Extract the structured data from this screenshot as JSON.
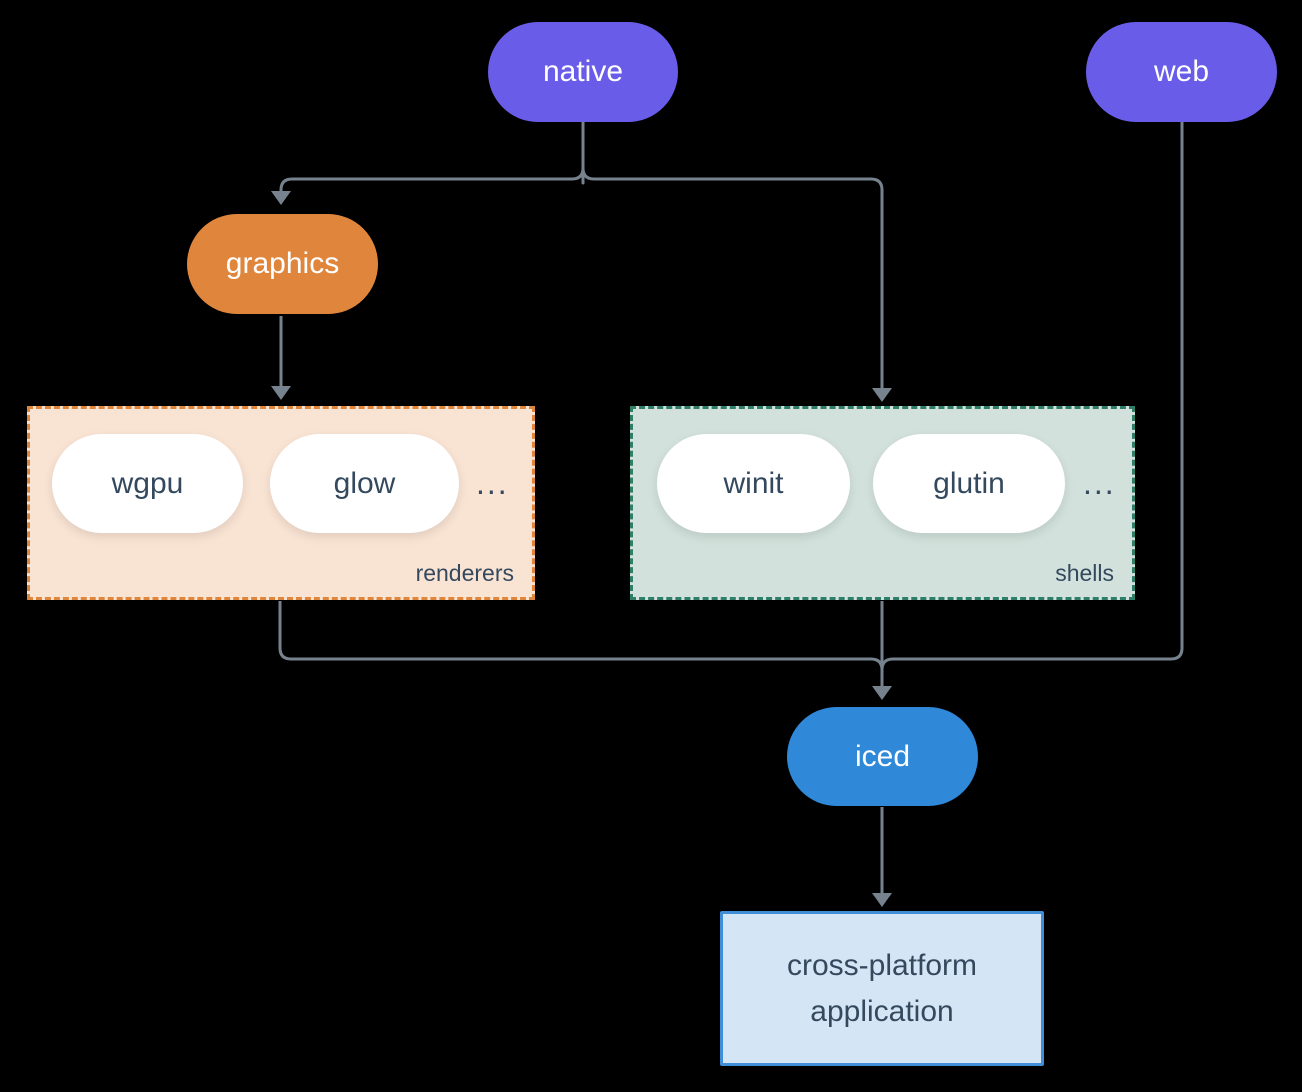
{
  "diagram": {
    "colors": {
      "background": "#000000",
      "connector": "#76828E",
      "purple": "#695CE8",
      "orange": "#E0863C",
      "blue": "#2F88D8",
      "dark_text": "#34495E",
      "renderers_fill": "#F9E3D3",
      "renderers_border": "#E0863C",
      "shells_fill": "#D2E1DB",
      "shells_border": "#2E7E68",
      "app_fill": "#D4E6F6",
      "app_border": "#3E8FD8"
    },
    "nodes": {
      "native": {
        "label": "native"
      },
      "web": {
        "label": "web"
      },
      "graphics": {
        "label": "graphics"
      },
      "iced": {
        "label": "iced"
      },
      "application": {
        "line1": "cross-platform",
        "line2": "application"
      }
    },
    "groups": {
      "renderers": {
        "label": "renderers",
        "items": [
          "wgpu",
          "glow"
        ],
        "ellipsis": "..."
      },
      "shells": {
        "label": "shells",
        "items": [
          "winit",
          "glutin"
        ],
        "ellipsis": "..."
      }
    }
  }
}
